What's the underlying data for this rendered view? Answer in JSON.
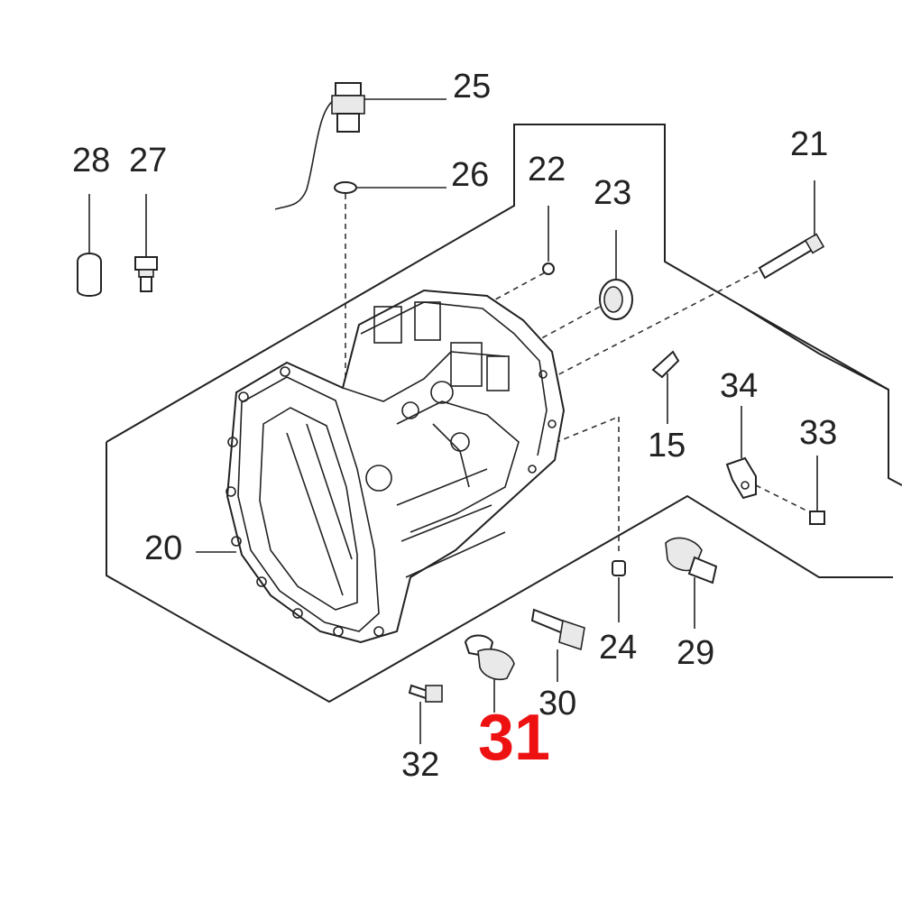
{
  "diagram": {
    "labels": {
      "p15": "15",
      "p20": "20",
      "p21": "21",
      "p22": "22",
      "p23": "23",
      "p24": "24",
      "p25": "25",
      "p26": "26",
      "p27": "27",
      "p28": "28",
      "p29": "29",
      "p30": "30",
      "p31": "31",
      "p32": "32",
      "p33": "33",
      "p34": "34"
    },
    "highlight_color": "#ee1111",
    "line_color": "#222222"
  }
}
